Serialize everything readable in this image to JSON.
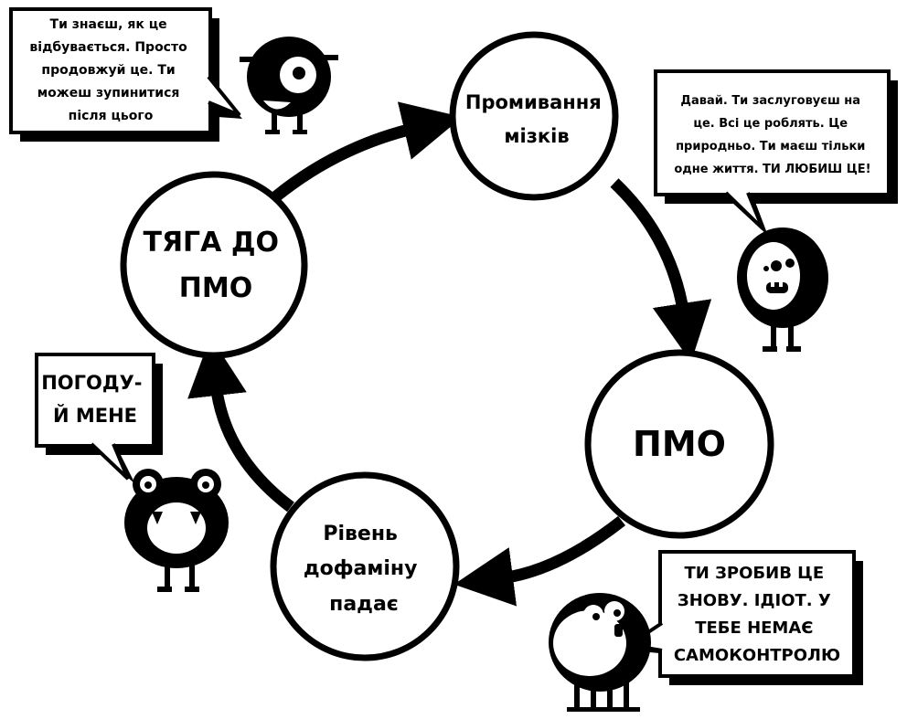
{
  "colors": {
    "ink": "#000000",
    "paper": "#ffffff"
  },
  "cycle": {
    "nodes": [
      {
        "id": "brainwash",
        "lines": [
          "Промивання",
          "мізків"
        ]
      },
      {
        "id": "pmo",
        "lines": [
          "ПМО"
        ]
      },
      {
        "id": "dopamine",
        "lines": [
          "Рівень",
          "дофаміну",
          "падає"
        ]
      },
      {
        "id": "craving",
        "lines": [
          "ТЯГА ДО",
          "ПМО"
        ]
      }
    ]
  },
  "bubbles": [
    {
      "id": "bubble-keep-going",
      "lines": [
        "Ти знаєш, як це",
        "відбувається. Просто",
        "продовжуй це. Ти",
        "можеш зупинитися",
        "після цього"
      ]
    },
    {
      "id": "bubble-deserve",
      "lines": [
        "Давай. Ти заслуговуєш на",
        "це. Всі це роблять. Це",
        "природньо. Ти маєш тільки",
        "одне життя. ТИ ЛЮБИШ ЦЕ!"
      ]
    },
    {
      "id": "bubble-feed-me",
      "lines": [
        "ПОГОДУ-",
        "Й МЕНЕ"
      ]
    },
    {
      "id": "bubble-again",
      "lines": [
        "ТИ ЗРОБИВ ЦЕ",
        "ЗНОВУ. ІДІОТ. У",
        "ТЕБЕ НЕМАЄ",
        "САМОКОНТРОЛЮ"
      ]
    }
  ],
  "monsters": [
    {
      "id": "cyclops-monster-icon"
    },
    {
      "id": "grinning-monster-icon"
    },
    {
      "id": "frog-monster-icon"
    },
    {
      "id": "laughing-monster-icon"
    }
  ]
}
